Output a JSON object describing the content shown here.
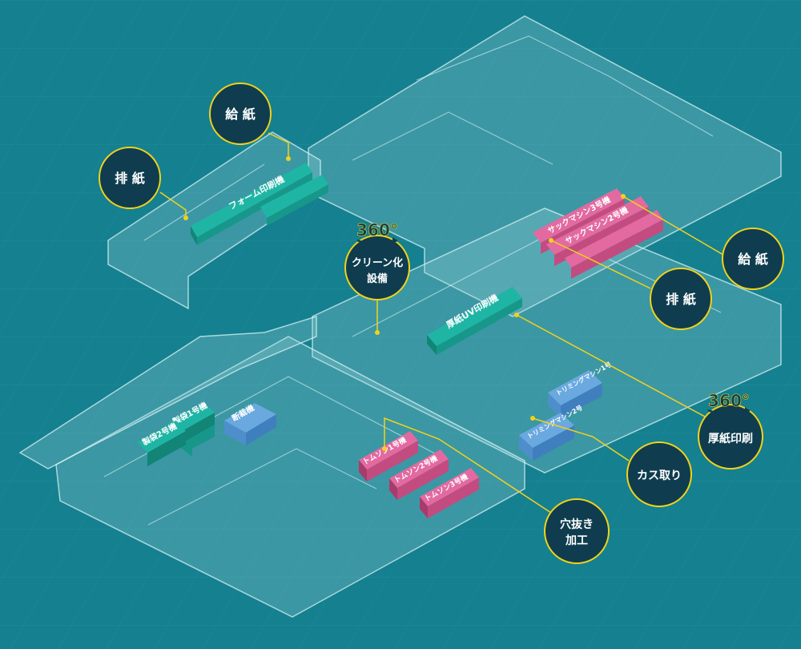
{
  "colors": {
    "background": "#15808f",
    "callout_fill": "#0f3d4f",
    "callout_ring": "#f2d21b",
    "leader_line": "#f2d21b",
    "machine_teal": "#1aa597",
    "machine_pink": "#d9558e",
    "machine_blue": "#4f90cf"
  },
  "machines": {
    "form_press": "フォーム印刷機",
    "thick_uv_press": "厚紙UV印刷機",
    "sack_machine_3": "サックマシン3号機",
    "sack_machine_2": "サックマシン2号機",
    "cutter": "断裁機",
    "bag_1": "製袋1号機",
    "bag_2": "製袋2号機",
    "thomson_1": "トムソン1号機",
    "thomson_2": "トムソン2号機",
    "thomson_3": "トムソン3号機",
    "trimming_1": "トリミングマシン1号",
    "trimming_2": "トリミングマシン2号"
  },
  "callouts": {
    "feed_left": "給 紙",
    "discharge_left": "排 紙",
    "clean_line1": "クリーン化",
    "clean_line2": "設備",
    "clean_badge": "360°",
    "feed_right": "給 紙",
    "discharge_right": "排 紙",
    "thick_print": "厚紙印刷",
    "thick_badge": "360°",
    "waste_removal": "カス取り",
    "punch_line1": "穴抜き",
    "punch_line2": "加工"
  }
}
